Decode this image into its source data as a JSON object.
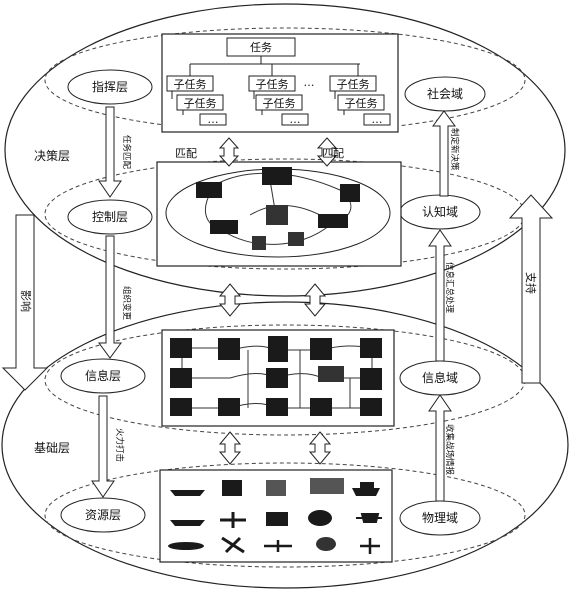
{
  "layers": {
    "decision": "决策层",
    "foundation": "基础层"
  },
  "nodes": {
    "command": "指挥层",
    "control": "控制层",
    "information": "信息层",
    "resource": "资源层",
    "social_domain": "社会域",
    "cognitive_domain": "认知域",
    "information_domain": "信息域",
    "physical_domain": "物理域"
  },
  "task_tree": {
    "root": "任务",
    "subtask": "子任务",
    "ellipsis": "…",
    "more": "…"
  },
  "labels": {
    "match_left": "匹配",
    "match_right": "匹配",
    "task_matching": "任务匹配",
    "org_change": "组织变更",
    "fire_strike": "火力打击",
    "influence": "影响",
    "support": "支持",
    "make_decision": "制定新决策",
    "info_summary": "信息汇总处理",
    "collect_info": "收集战场情报"
  },
  "colors": {
    "stroke": "#222222",
    "panel_dark": "#1a1a1a",
    "panel_mid": "#555555"
  }
}
